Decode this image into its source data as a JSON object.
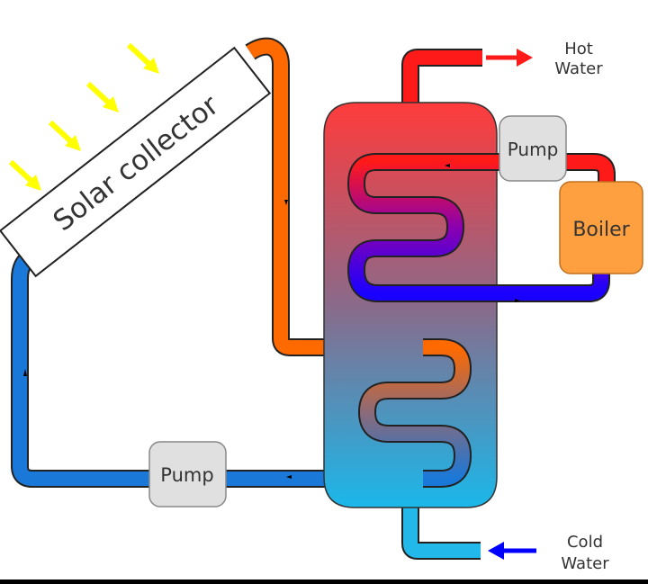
{
  "diagram": {
    "type": "solar water heating system",
    "labels": {
      "solar_collector": "Solar collector",
      "pump_top": "Pump",
      "pump_bottom": "Pump",
      "boiler": "Boiler",
      "hot_water_line1": "Hot",
      "hot_water_line2": "Water",
      "cold_water_line1": "Cold",
      "cold_water_line2": "Water"
    },
    "colors": {
      "sun_rays": "#ffff00",
      "hot_pipe": "#ff1a1a",
      "solar_hot_pipe": "#ff6a00",
      "solar_cold_pipe": "#1a78d8",
      "boiler_return_pipe": "#1a00ff",
      "cold_inlet_pipe": "#22b8ea",
      "tank_top": "#ff3b3b",
      "tank_bottom": "#1ab8ea",
      "boiler": "#ffa040",
      "pump": "#e0e0e0",
      "hot_arrow": "#ff1a1a",
      "cold_arrow": "#0000ff"
    },
    "flows": [
      {
        "from": "solar collector",
        "to": "tank lower coil",
        "medium": "heated fluid"
      },
      {
        "from": "tank lower coil",
        "to": "pump",
        "medium": "cooled fluid"
      },
      {
        "from": "pump",
        "to": "solar collector",
        "medium": "cooled fluid"
      },
      {
        "from": "boiler",
        "to": "pump",
        "medium": "hot water"
      },
      {
        "from": "pump",
        "to": "tank upper coil",
        "medium": "hot water"
      },
      {
        "from": "tank upper coil",
        "to": "boiler",
        "medium": "cooled water"
      },
      {
        "from": "cold water inlet",
        "to": "tank bottom",
        "medium": "cold water"
      },
      {
        "from": "tank top",
        "to": "hot water outlet",
        "medium": "hot water"
      }
    ]
  }
}
